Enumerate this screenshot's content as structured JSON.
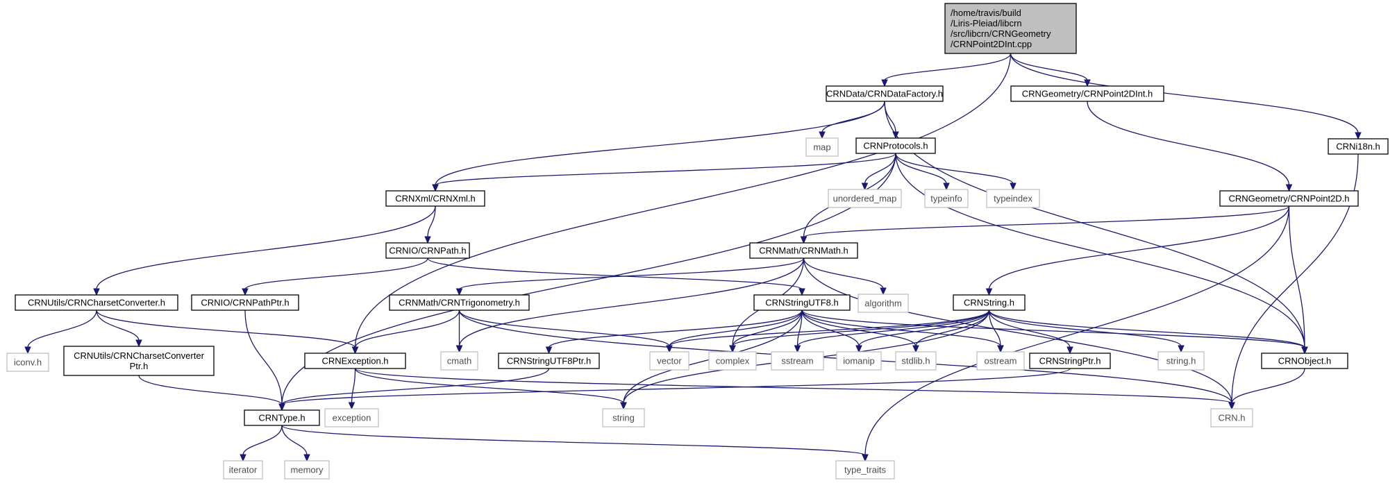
{
  "graph": {
    "nodes": [
      {
        "id": "root",
        "kind": "root",
        "lines": [
          "/home/travis/build",
          "/Liris-Pleiad/libcrn",
          "/src/libcrn/CRNGeometry",
          "/CRNPoint2DInt.cpp"
        ]
      },
      {
        "id": "datafactory",
        "kind": "header",
        "lines": [
          "CRNData/CRNDataFactory.h"
        ]
      },
      {
        "id": "point2dint",
        "kind": "header",
        "lines": [
          "CRNGeometry/CRNPoint2DInt.h"
        ]
      },
      {
        "id": "i18n",
        "kind": "header",
        "lines": [
          "CRNi18n.h"
        ]
      },
      {
        "id": "map",
        "kind": "system",
        "lines": [
          "map"
        ]
      },
      {
        "id": "protocols",
        "kind": "header",
        "lines": [
          "CRNProtocols.h"
        ]
      },
      {
        "id": "xml",
        "kind": "header",
        "lines": [
          "CRNXml/CRNXml.h"
        ]
      },
      {
        "id": "unordered_map",
        "kind": "system",
        "lines": [
          "unordered_map"
        ]
      },
      {
        "id": "typeinfo",
        "kind": "system",
        "lines": [
          "typeinfo"
        ]
      },
      {
        "id": "typeindex",
        "kind": "system",
        "lines": [
          "typeindex"
        ]
      },
      {
        "id": "point2d",
        "kind": "header",
        "lines": [
          "CRNGeometry/CRNPoint2D.h"
        ]
      },
      {
        "id": "path",
        "kind": "header",
        "lines": [
          "CRNIO/CRNPath.h"
        ]
      },
      {
        "id": "math",
        "kind": "header",
        "lines": [
          "CRNMath/CRNMath.h"
        ]
      },
      {
        "id": "charsetconv",
        "kind": "header",
        "lines": [
          "CRNUtils/CRNCharsetConverter.h"
        ]
      },
      {
        "id": "pathptr",
        "kind": "header",
        "lines": [
          "CRNIO/CRNPathPtr.h"
        ]
      },
      {
        "id": "trig",
        "kind": "header",
        "lines": [
          "CRNMath/CRNTrigonometry.h"
        ]
      },
      {
        "id": "utf8",
        "kind": "header",
        "lines": [
          "CRNStringUTF8.h"
        ]
      },
      {
        "id": "algorithm",
        "kind": "system",
        "lines": [
          "algorithm"
        ]
      },
      {
        "id": "string_h",
        "kind": "header",
        "lines": [
          "CRNString.h"
        ]
      },
      {
        "id": "iconv",
        "kind": "system",
        "lines": [
          "iconv.h"
        ]
      },
      {
        "id": "charsetptr",
        "kind": "header",
        "lines": [
          "CRNUtils/CRNCharsetConverter",
          "Ptr.h"
        ]
      },
      {
        "id": "exception_h",
        "kind": "header",
        "lines": [
          "CRNException.h"
        ]
      },
      {
        "id": "cmath",
        "kind": "system",
        "lines": [
          "cmath"
        ]
      },
      {
        "id": "utf8ptr",
        "kind": "header",
        "lines": [
          "CRNStringUTF8Ptr.h"
        ]
      },
      {
        "id": "vector",
        "kind": "system",
        "lines": [
          "vector"
        ]
      },
      {
        "id": "complex",
        "kind": "system",
        "lines": [
          "complex"
        ]
      },
      {
        "id": "sstream",
        "kind": "system",
        "lines": [
          "sstream"
        ]
      },
      {
        "id": "iomanip",
        "kind": "system",
        "lines": [
          "iomanip"
        ]
      },
      {
        "id": "stdlib",
        "kind": "system",
        "lines": [
          "stdlib.h"
        ]
      },
      {
        "id": "ostream",
        "kind": "system",
        "lines": [
          "ostream"
        ]
      },
      {
        "id": "stringptr",
        "kind": "header",
        "lines": [
          "CRNStringPtr.h"
        ]
      },
      {
        "id": "cstring_h",
        "kind": "system",
        "lines": [
          "string.h"
        ]
      },
      {
        "id": "object",
        "kind": "header",
        "lines": [
          "CRNObject.h"
        ]
      },
      {
        "id": "type_h",
        "kind": "header",
        "lines": [
          "CRNType.h"
        ]
      },
      {
        "id": "exception",
        "kind": "system",
        "lines": [
          "exception"
        ]
      },
      {
        "id": "string",
        "kind": "system",
        "lines": [
          "string"
        ]
      },
      {
        "id": "crn",
        "kind": "system",
        "lines": [
          "CRN.h"
        ]
      },
      {
        "id": "iterator",
        "kind": "system",
        "lines": [
          "iterator"
        ]
      },
      {
        "id": "memory",
        "kind": "system",
        "lines": [
          "memory"
        ]
      },
      {
        "id": "type_traits",
        "kind": "system",
        "lines": [
          "type_traits"
        ]
      }
    ],
    "edges": [
      [
        "root",
        "datafactory"
      ],
      [
        "root",
        "point2dint"
      ],
      [
        "root",
        "i18n"
      ],
      [
        "root",
        "exception_h"
      ],
      [
        "datafactory",
        "map"
      ],
      [
        "datafactory",
        "protocols"
      ],
      [
        "datafactory",
        "xml"
      ],
      [
        "datafactory",
        "object"
      ],
      [
        "point2dint",
        "point2d"
      ],
      [
        "i18n",
        "crn"
      ],
      [
        "protocols",
        "xml"
      ],
      [
        "protocols",
        "unordered_map"
      ],
      [
        "protocols",
        "typeinfo"
      ],
      [
        "protocols",
        "typeindex"
      ],
      [
        "protocols",
        "math"
      ],
      [
        "protocols",
        "type_h"
      ],
      [
        "protocols",
        "object"
      ],
      [
        "xml",
        "path"
      ],
      [
        "xml",
        "charsetconv"
      ],
      [
        "point2d",
        "math"
      ],
      [
        "point2d",
        "string_h"
      ],
      [
        "point2d",
        "object"
      ],
      [
        "point2d",
        "type_traits"
      ],
      [
        "path",
        "pathptr"
      ],
      [
        "path",
        "utf8"
      ],
      [
        "math",
        "trig"
      ],
      [
        "math",
        "algorithm"
      ],
      [
        "math",
        "cmath"
      ],
      [
        "math",
        "complex"
      ],
      [
        "math",
        "crn"
      ],
      [
        "charsetconv",
        "iconv"
      ],
      [
        "charsetconv",
        "charsetptr"
      ],
      [
        "charsetconv",
        "exception_h"
      ],
      [
        "pathptr",
        "type_h"
      ],
      [
        "charsetptr",
        "type_h"
      ],
      [
        "trig",
        "exception_h"
      ],
      [
        "trig",
        "cmath"
      ],
      [
        "trig",
        "vector"
      ],
      [
        "trig",
        "crn"
      ],
      [
        "utf8",
        "utf8ptr"
      ],
      [
        "utf8",
        "vector"
      ],
      [
        "utf8",
        "complex"
      ],
      [
        "utf8",
        "sstream"
      ],
      [
        "utf8",
        "iomanip"
      ],
      [
        "utf8",
        "stdlib"
      ],
      [
        "utf8",
        "ostream"
      ],
      [
        "utf8",
        "object"
      ],
      [
        "utf8",
        "string"
      ],
      [
        "string_h",
        "vector"
      ],
      [
        "string_h",
        "complex"
      ],
      [
        "string_h",
        "sstream"
      ],
      [
        "string_h",
        "iomanip"
      ],
      [
        "string_h",
        "stdlib"
      ],
      [
        "string_h",
        "ostream"
      ],
      [
        "string_h",
        "stringptr"
      ],
      [
        "string_h",
        "cstring_h"
      ],
      [
        "string_h",
        "object"
      ],
      [
        "string_h",
        "string"
      ],
      [
        "exception_h",
        "exception"
      ],
      [
        "exception_h",
        "string"
      ],
      [
        "exception_h",
        "crn"
      ],
      [
        "utf8ptr",
        "type_h"
      ],
      [
        "stringptr",
        "type_h"
      ],
      [
        "object",
        "crn"
      ],
      [
        "type_h",
        "iterator"
      ],
      [
        "type_h",
        "memory"
      ],
      [
        "type_h",
        "type_traits"
      ]
    ]
  }
}
